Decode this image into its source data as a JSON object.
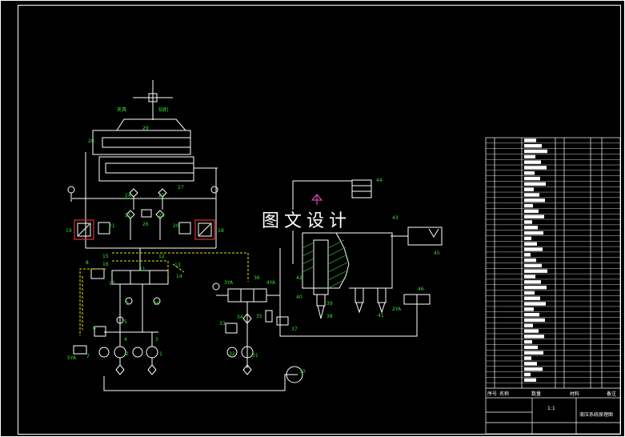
{
  "drawing": {
    "watermark": "图文设计",
    "colors": {
      "background": "#000000",
      "line": "#ffffff",
      "label": "#2ee62e",
      "dashed": "#e6e600",
      "accent": "#ff4fd8",
      "highlight": "#e03030",
      "hatch": "#1fa31f"
    },
    "top_labels": {
      "left": "夹具",
      "right": "钻削"
    },
    "component_numbers": {
      "n1": "1",
      "n2": "2",
      "n3": "3",
      "n4": "4",
      "n5": "5",
      "n6": "6",
      "n7": "7",
      "n8": "8",
      "n9": "9",
      "n10": "10",
      "n11": "11",
      "n12": "12",
      "n13": "13",
      "n14": "14",
      "n15": "15",
      "n16": "16",
      "n17": "17",
      "n18": "18",
      "n19": "19",
      "n20": "20",
      "n21": "21",
      "n22": "22",
      "n23": "23",
      "n24": "24",
      "n25": "25",
      "n26": "26",
      "n27": "27",
      "n28": "28",
      "n29": "29",
      "n30": "30",
      "n31": "31",
      "n32": "32",
      "n33": "33",
      "n34": "34",
      "n35": "35",
      "n36": "36",
      "n37": "37",
      "n38": "38",
      "n39": "39",
      "n40": "40",
      "n41": "41",
      "n42": "42",
      "n43": "43",
      "n44": "44",
      "n45": "45",
      "n46": "46"
    },
    "solenoid_labels": {
      "ya1": "1YA",
      "ya2": "2YA",
      "ya3": "3YA",
      "ya4": "4YA",
      "ya5": "5YA"
    }
  },
  "title_block": {
    "col_headers": {
      "seq": "序号",
      "name": "名称",
      "qty": "数量",
      "material": "材料",
      "note": "备注"
    },
    "drawing_name": "液压系统原理图",
    "scale": "1:1"
  }
}
